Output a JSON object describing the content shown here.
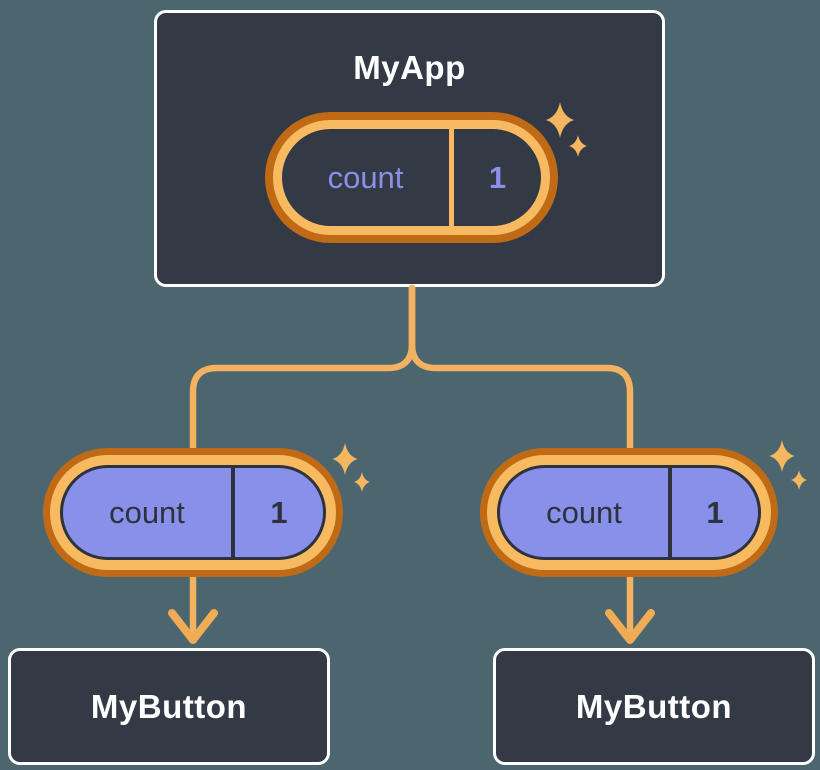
{
  "palette": {
    "background": "#4C6670",
    "card_bg": "#333A45",
    "card_border": "#FFFFFF",
    "purple_fill": "#8890E9",
    "purple_text": "#8A90E8",
    "dark_text": "#2D323C",
    "orange_light": "#F8BA60",
    "orange_dark": "#C16A16",
    "connector": "#F3B25F"
  },
  "diagram": {
    "root": {
      "title": "MyApp",
      "state": {
        "name": "count",
        "value": "1"
      }
    },
    "left_prop": {
      "name": "count",
      "value": "1"
    },
    "right_prop": {
      "name": "count",
      "value": "1"
    },
    "children": [
      {
        "title": "MyButton"
      },
      {
        "title": "MyButton"
      }
    ]
  }
}
